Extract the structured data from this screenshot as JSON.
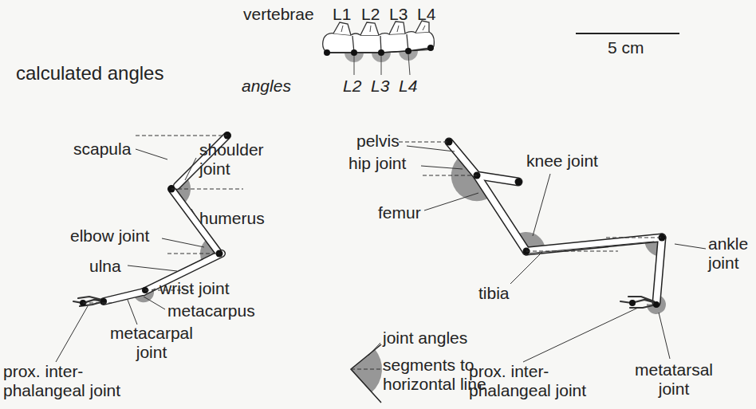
{
  "diagram": {
    "title": "calculated angles",
    "labels": [
      "vertebrae",
      "L1",
      "L2",
      "L3",
      "L4",
      "angles",
      "L2",
      "L3",
      "L4",
      "5 cm",
      "scapula",
      "shoulder joint",
      "humerus",
      "elbow joint",
      "ulna",
      "wrist joint",
      "metacarpus",
      "metacarpal joint",
      "prox. inter- phalangeal joint",
      "pelvis",
      "hip joint",
      "femur",
      "knee joint",
      "tibia",
      "ankle joint",
      "metatarsal joint",
      "prox. inter- phalangeal joint"
    ],
    "legend": [
      {
        "text": "joint angles"
      },
      {
        "text": "segments to horizontal line"
      }
    ]
  }
}
